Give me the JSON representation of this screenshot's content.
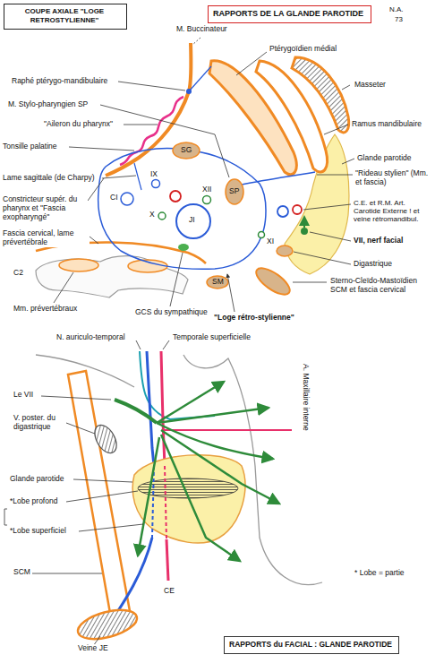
{
  "diagram": {
    "nodes": [
      {
        "text": [
          "COUPE AXIALE \"LOGE RETROSTYLIENNE\""
        ]
      },
      {
        "text": [
          "RAPPORTS DE LA GLANDE PAROTIDE"
        ]
      },
      {
        "text": [
          "RAPPORTS du FACIAL : GLANDE PAROTIDE"
        ]
      }
    ],
    "labels": [
      "N.A.",
      "73",
      "M. Buccinateur",
      "Ptérygoïdien médial",
      "Raphé ptérygo-mandibulaire",
      "Masseter",
      "M. Stylo-pharyngien SP",
      "\"Aileron du pharynx\"",
      "Ramus mandibulaire",
      "Tonsille palatine",
      "SG",
      "Glande parotide",
      "Lame sagittale (de Charpy)",
      "\"Rideau stylien\" (Mm. et fascia)",
      "Constricteur supér. du pharynx et \"Fascia exopharyngé\"",
      "IX",
      "CI",
      "XII",
      "X",
      "JI",
      "SP",
      "C.E. et R.M. Art. Carotide Externe ! et veine rétromandibul.",
      "VII, nerf facial",
      "XI",
      "Fascia cervical, lame prévertébrale",
      "C2",
      "Digastrique",
      "SM",
      "Mm. prévertébraux",
      "GCS du sympathique",
      "Sterno-Cleïdo-Mastoïdien SCM et fascia cervical",
      "\"Loge rétro-stylienne\"",
      "N. auriculo-temporal",
      "Temporale superficielle",
      "Le VII",
      "A. Maxillaire interne",
      "V. poster. du digastrique",
      "Glande parotide",
      "*Lobe profond",
      "*Lobe superficiel",
      "* Lobe = partie",
      "SCM",
      "CE",
      "Veine JE"
    ]
  }
}
